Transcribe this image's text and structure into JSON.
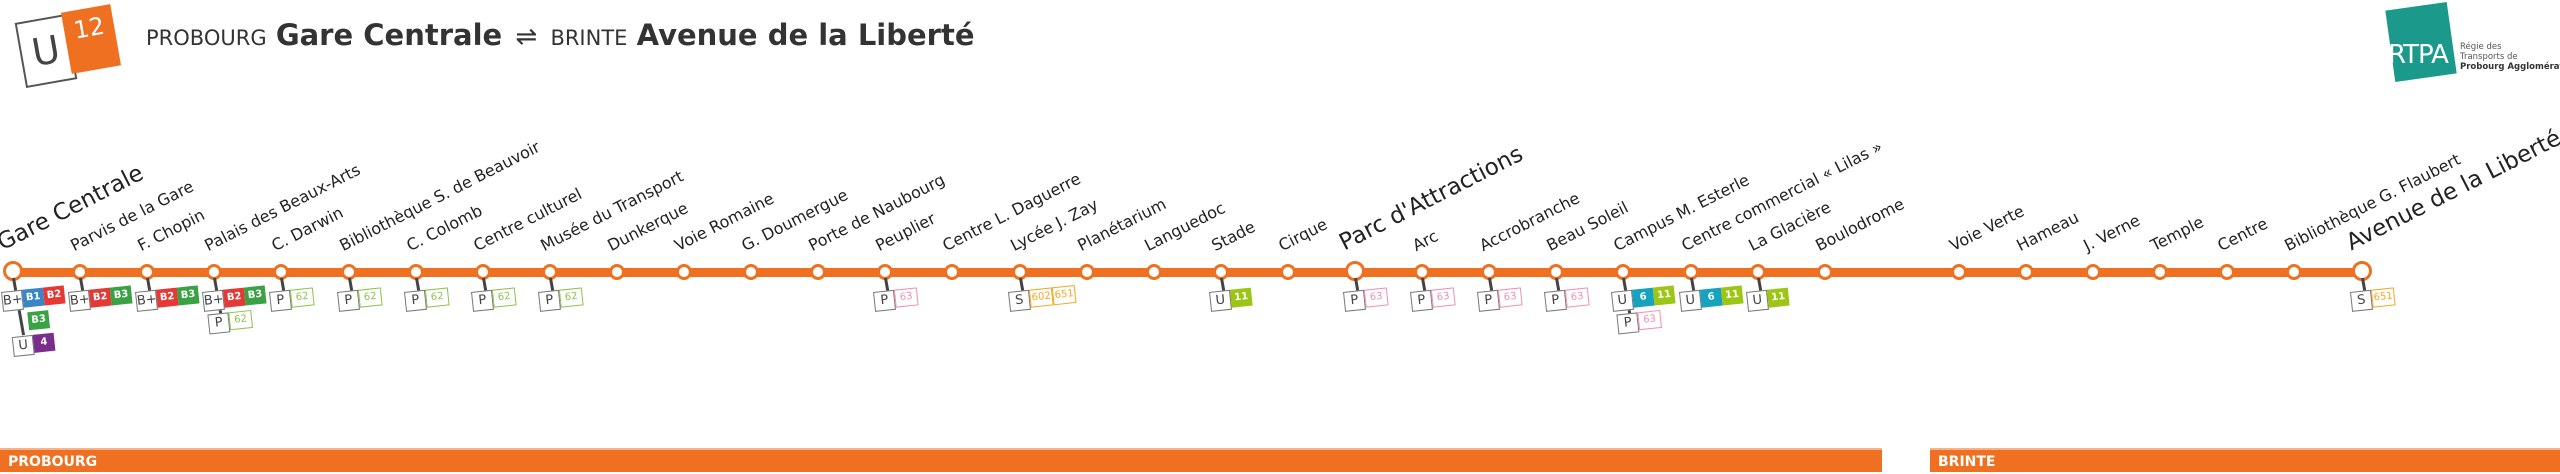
{
  "header": {
    "line_mode": "U",
    "line_number": "12",
    "origin_city": "PROBOURG",
    "origin_stop": "Gare Centrale",
    "direction_symbol": "⇌",
    "destination_city": "BRINTE",
    "destination_stop": "Avenue de la Liberté"
  },
  "operator": {
    "name": "RTPA",
    "subtitle_1": "Régie des",
    "subtitle_2": "Transports de",
    "subtitle_3": "Probourg Agglomération"
  },
  "colors": {
    "line": "#EE7020",
    "B1": "#3A87C8",
    "B2": "#E53935",
    "B3": "#3AA144",
    "U4": "#7B2D8B",
    "U6": "#17A2C0",
    "U11": "#9DC516",
    "P62": "#8BC34A",
    "P63": "#F48FB1",
    "S": "#F5A623"
  },
  "stops": [
    {
      "name": "Gare Centrale",
      "terminus": true,
      "rows": [
        {
          "mode": "B+",
          "lines": [
            {
              "label": "B1",
              "color": "#3A87C8",
              "style": "fill"
            },
            {
              "label": "B2",
              "color": "#E53935",
              "style": "fill"
            }
          ]
        },
        {
          "mode": "",
          "lines": [
            {
              "label": "B3",
              "color": "#3AA144",
              "style": "fill"
            }
          ]
        },
        {
          "mode": "U",
          "lines": [
            {
              "label": "4",
              "color": "#7B2D8B",
              "style": "fill"
            }
          ]
        }
      ]
    },
    {
      "name": "Parvis de la Gare",
      "rows": [
        {
          "mode": "B+",
          "lines": [
            {
              "label": "B2",
              "color": "#E53935",
              "style": "fill"
            },
            {
              "label": "B3",
              "color": "#3AA144",
              "style": "fill"
            }
          ]
        }
      ]
    },
    {
      "name": "F. Chopin",
      "rows": [
        {
          "mode": "B+",
          "lines": [
            {
              "label": "B2",
              "color": "#E53935",
              "style": "fill"
            },
            {
              "label": "B3",
              "color": "#3AA144",
              "style": "fill"
            }
          ]
        }
      ]
    },
    {
      "name": "Palais des Beaux-Arts",
      "rows": [
        {
          "mode": "B+",
          "lines": [
            {
              "label": "B2",
              "color": "#E53935",
              "style": "fill"
            },
            {
              "label": "B3",
              "color": "#3AA144",
              "style": "fill"
            }
          ]
        },
        {
          "mode": "P",
          "lines": [
            {
              "label": "62",
              "color": "#8BC34A",
              "style": "out"
            }
          ]
        }
      ]
    },
    {
      "name": "C. Darwin",
      "rows": [
        {
          "mode": "P",
          "lines": [
            {
              "label": "62",
              "color": "#8BC34A",
              "style": "out"
            }
          ]
        }
      ]
    },
    {
      "name": "Bibliothèque S. de Beauvoir",
      "rows": [
        {
          "mode": "P",
          "lines": [
            {
              "label": "62",
              "color": "#8BC34A",
              "style": "out"
            }
          ]
        }
      ]
    },
    {
      "name": "C. Colomb",
      "rows": [
        {
          "mode": "P",
          "lines": [
            {
              "label": "62",
              "color": "#8BC34A",
              "style": "out"
            }
          ]
        }
      ]
    },
    {
      "name": "Centre culturel",
      "rows": [
        {
          "mode": "P",
          "lines": [
            {
              "label": "62",
              "color": "#8BC34A",
              "style": "out"
            }
          ]
        }
      ]
    },
    {
      "name": "Musée du Transport",
      "rows": [
        {
          "mode": "P",
          "lines": [
            {
              "label": "62",
              "color": "#8BC34A",
              "style": "out"
            }
          ]
        }
      ]
    },
    {
      "name": "Dunkerque",
      "rows": []
    },
    {
      "name": "Voie Romaine",
      "rows": []
    },
    {
      "name": "G. Doumergue",
      "rows": []
    },
    {
      "name": "Porte de Naubourg",
      "rows": []
    },
    {
      "name": "Peuplier",
      "rows": [
        {
          "mode": "P",
          "lines": [
            {
              "label": "63",
              "color": "#F48FB1",
              "style": "out"
            }
          ]
        }
      ]
    },
    {
      "name": "Centre L. Daguerre",
      "rows": []
    },
    {
      "name": "Lycée J. Zay",
      "rows": [
        {
          "mode": "S",
          "lines": [
            {
              "label": "602",
              "color": "#F5A623",
              "style": "out"
            },
            {
              "label": "651",
              "color": "#F5A623",
              "style": "out"
            }
          ]
        }
      ]
    },
    {
      "name": "Planétarium",
      "rows": []
    },
    {
      "name": "Languedoc",
      "rows": []
    },
    {
      "name": "Stade",
      "rows": [
        {
          "mode": "U",
          "lines": [
            {
              "label": "11",
              "color": "#9DC516",
              "style": "fill"
            }
          ]
        }
      ]
    },
    {
      "name": "Cirque",
      "rows": []
    },
    {
      "name": "Parc d'Attractions",
      "terminus": true,
      "rows": [
        {
          "mode": "P",
          "lines": [
            {
              "label": "63",
              "color": "#F48FB1",
              "style": "out"
            }
          ]
        }
      ]
    },
    {
      "name": "Arc",
      "rows": [
        {
          "mode": "P",
          "lines": [
            {
              "label": "63",
              "color": "#F48FB1",
              "style": "out"
            }
          ]
        }
      ]
    },
    {
      "name": "Accrobranche",
      "rows": [
        {
          "mode": "P",
          "lines": [
            {
              "label": "63",
              "color": "#F48FB1",
              "style": "out"
            }
          ]
        }
      ]
    },
    {
      "name": "Beau Soleil",
      "rows": [
        {
          "mode": "P",
          "lines": [
            {
              "label": "63",
              "color": "#F48FB1",
              "style": "out"
            }
          ]
        }
      ]
    },
    {
      "name": "Campus M. Esterle",
      "rows": [
        {
          "mode": "U",
          "lines": [
            {
              "label": "6",
              "color": "#17A2C0",
              "style": "fill"
            },
            {
              "label": "11",
              "color": "#9DC516",
              "style": "fill"
            }
          ]
        },
        {
          "mode": "P",
          "lines": [
            {
              "label": "63",
              "color": "#F48FB1",
              "style": "out"
            }
          ]
        }
      ]
    },
    {
      "name": "Centre commercial « Lilas »",
      "rows": [
        {
          "mode": "U",
          "lines": [
            {
              "label": "6",
              "color": "#17A2C0",
              "style": "fill"
            },
            {
              "label": "11",
              "color": "#9DC516",
              "style": "fill"
            }
          ]
        }
      ]
    },
    {
      "name": "La Glacière",
      "rows": [
        {
          "mode": "U",
          "lines": [
            {
              "label": "11",
              "color": "#9DC516",
              "style": "fill"
            }
          ]
        }
      ]
    },
    {
      "name": "Boulodrome",
      "rows": []
    },
    {
      "name": "Voie Verte",
      "rows": []
    },
    {
      "name": "Hameau",
      "rows": []
    },
    {
      "name": "J. Verne",
      "rows": []
    },
    {
      "name": "Temple",
      "rows": []
    },
    {
      "name": "Centre",
      "rows": []
    },
    {
      "name": "Bibliothèque G. Flaubert",
      "rows": []
    },
    {
      "name": "Avenue de la Liberté",
      "terminus": true,
      "rows": [
        {
          "mode": "S",
          "lines": [
            {
              "label": "651",
              "color": "#F5A623",
              "style": "out"
            }
          ]
        }
      ]
    }
  ],
  "zones": [
    {
      "label": "PROBOURG"
    },
    {
      "label": "BRINTE"
    }
  ]
}
